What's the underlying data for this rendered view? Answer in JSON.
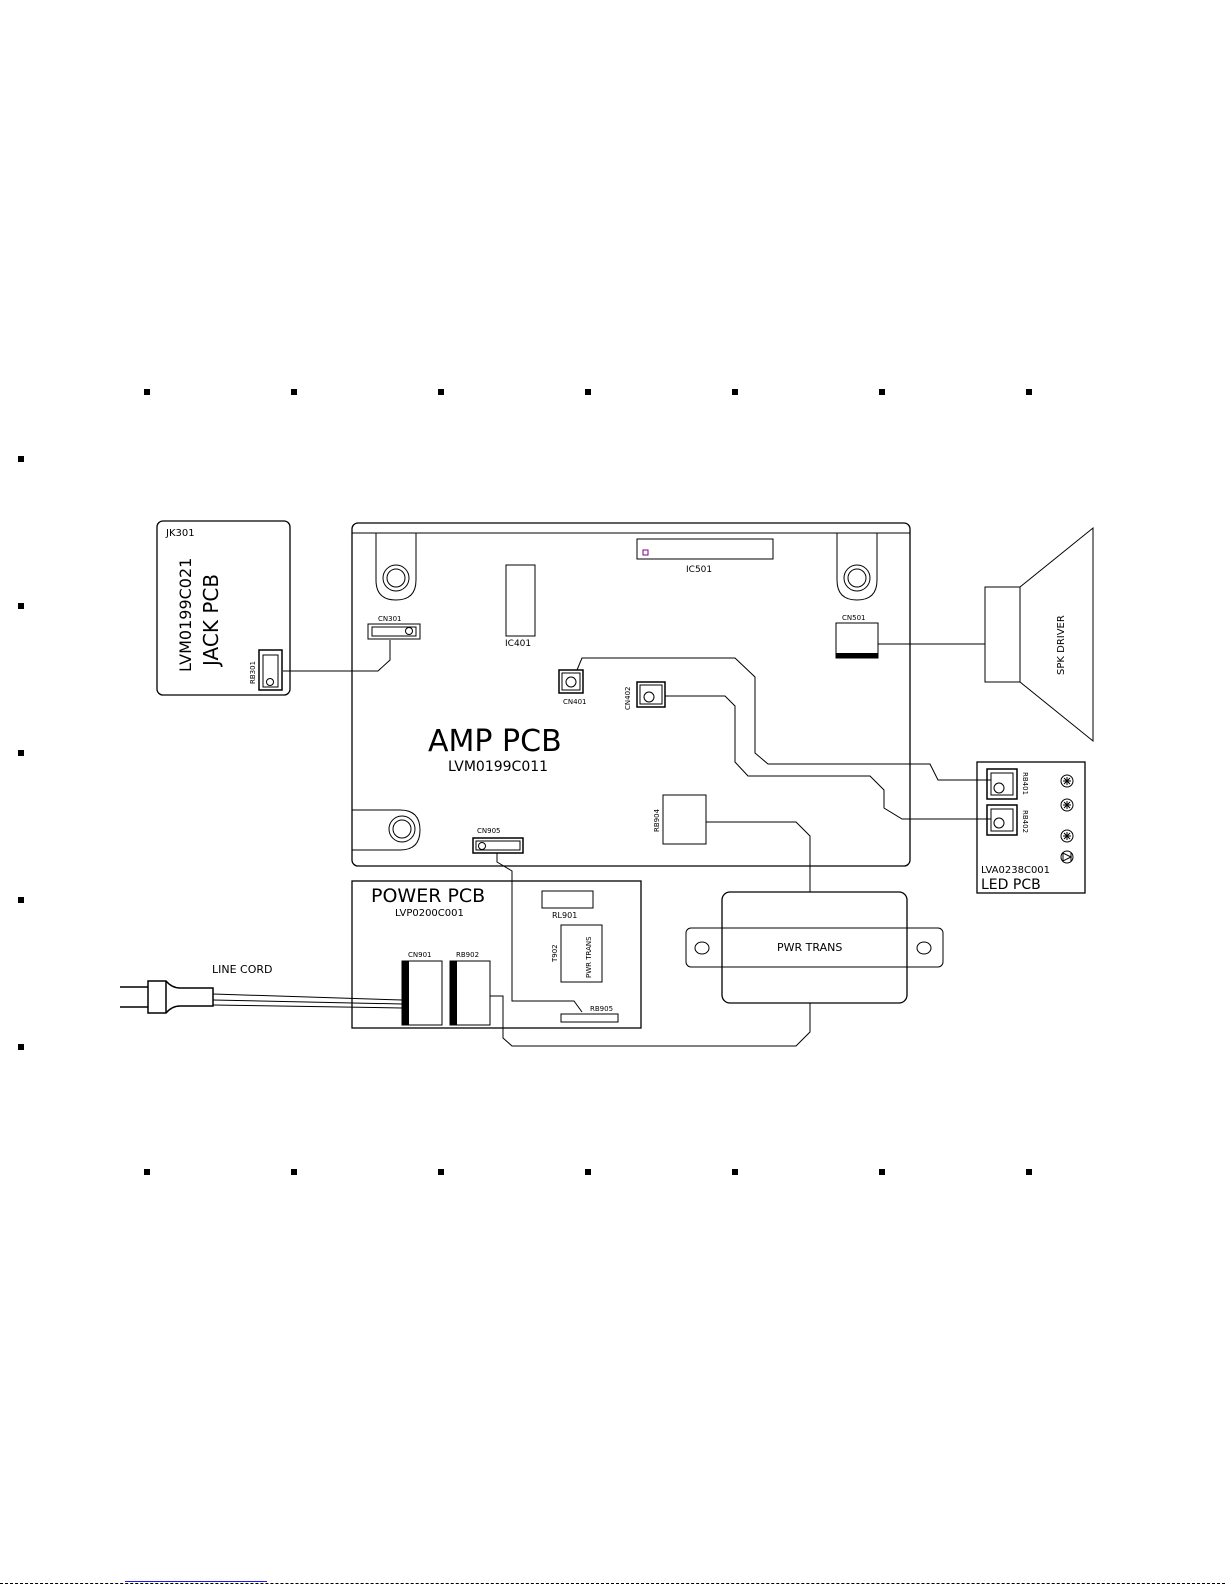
{
  "labels": {
    "jk301": "JK301",
    "jack_part": "LVM0199C021",
    "jack_pcb": "JACK PCB",
    "rb301": "RB301",
    "cn301": "CN301",
    "ic401": "IC401",
    "ic501": "IC501",
    "cn501": "CN501",
    "cn401": "CN401",
    "cn402": "CN402",
    "amp_pcb": "AMP PCB",
    "amp_part": "LVM0199C011",
    "rb904": "RB904",
    "cn905": "CN905",
    "spk_driver": "SPK DRIVER",
    "rb401": "RB401",
    "rb402": "RB402",
    "led_part": "LVA0238C001",
    "led_pcb": "LED PCB",
    "power_pcb": "POWER PCB",
    "power_part": "LVP0200C001",
    "rl901": "RL901",
    "t902": "T902",
    "pwr_trans_small": "PWR TRANS",
    "cn901": "CN901",
    "rb902": "RB902",
    "rb905": "RB905",
    "pwr_trans": "PWR TRANS",
    "line_cord": "LINE CORD"
  },
  "colors": {
    "ink": "#000000",
    "ic501_pin_mark": "#800080",
    "link_underline": "#1a1aff"
  }
}
